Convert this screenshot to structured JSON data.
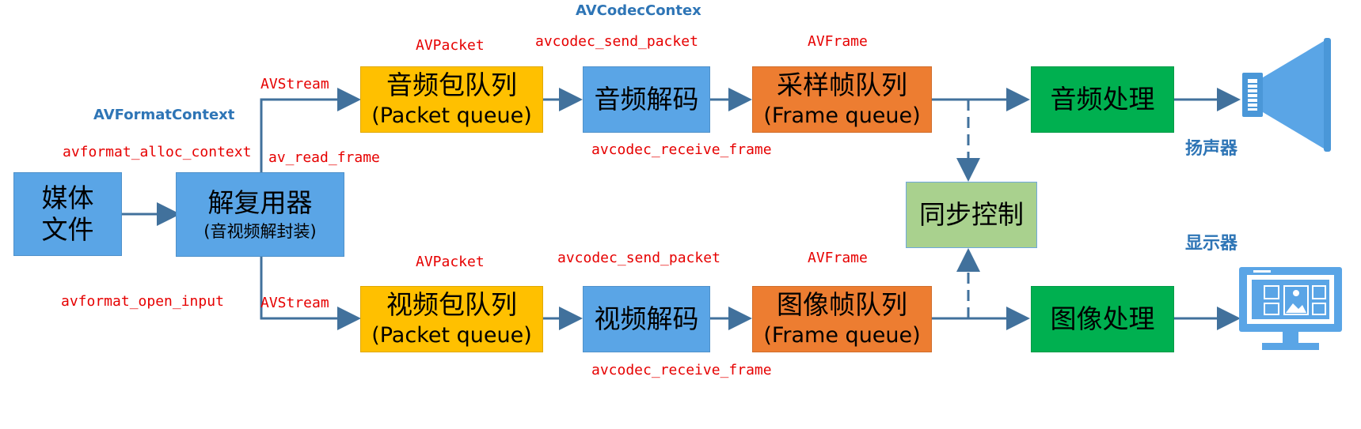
{
  "context_labels": {
    "format_context": "AVFormatContext",
    "codec_context": "AVCodecContex"
  },
  "boxes": {
    "media_file": {
      "line1": "媒体",
      "line2": "文件"
    },
    "demuxer": {
      "line1": "解复用器",
      "line2": "(音视频解封装)"
    },
    "audio_packet_queue": {
      "line1": "音频包队列",
      "line2": "(Packet queue)"
    },
    "video_packet_queue": {
      "line1": "视频包队列",
      "line2": "(Packet queue)"
    },
    "audio_decode": {
      "label": "音频解码"
    },
    "video_decode": {
      "label": "视频解码"
    },
    "sample_frame_queue": {
      "line1": "采样帧队列",
      "line2": "(Frame queue)"
    },
    "image_frame_queue": {
      "line1": "图像帧队列",
      "line2": "(Frame queue)"
    },
    "audio_process": {
      "label": "音频处理"
    },
    "image_process": {
      "label": "图像处理"
    },
    "sync_control": {
      "label": "同步控制"
    }
  },
  "api_labels": {
    "alloc_context": "avformat_alloc_context",
    "open_input": "avformat_open_input",
    "read_frame": "av_read_frame",
    "stream_audio": "AVStream",
    "stream_video": "AVStream",
    "packet_audio": "AVPacket",
    "packet_video": "AVPacket",
    "send_packet_audio": "avcodec_send_packet",
    "send_packet_video": "avcodec_send_packet",
    "receive_frame_audio": "avcodec_receive_frame",
    "receive_frame_video": "avcodec_receive_frame",
    "frame_audio": "AVFrame",
    "frame_video": "AVFrame"
  },
  "devices": {
    "speaker": "扬声器",
    "display": "显示器"
  },
  "colors": {
    "blue_box": "#5aa5e6",
    "yellow_box": "#ffc000",
    "orange_box": "#ed7d31",
    "green_box": "#00b050",
    "light_green_box": "#a9d18e",
    "arrow": "#41719c",
    "api_text": "#e60000",
    "context_text": "#2e75b6"
  },
  "icons": {
    "speaker": "speaker-icon",
    "display": "monitor-icon"
  }
}
